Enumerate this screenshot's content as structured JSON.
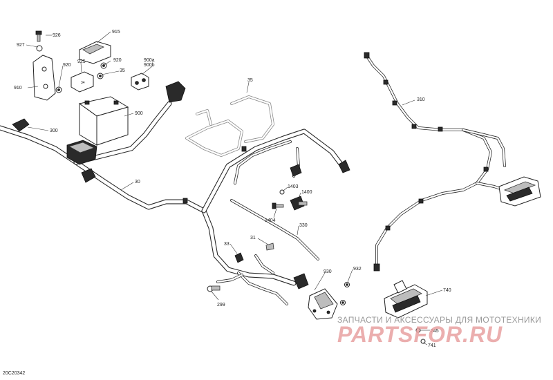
{
  "diagram_code": "20C20342",
  "watermark": {
    "line1": "ЗАПЧАСТИ И АКСЕССУАРЫ ДЛЯ МОТОТЕХНИКИ",
    "line2": "PARTSFOR.RU"
  },
  "callouts": {
    "c926": "926",
    "c927": "927",
    "c915": "915",
    "c920a": "920",
    "c920b": "920",
    "c925": "925",
    "c35a": "35",
    "c35b": "35",
    "c900a": "900a",
    "c900b": "900b",
    "c910": "910",
    "c900": "900",
    "c300": "300",
    "c30": "30",
    "c310": "310",
    "c1403": "1403",
    "c1400": "1400",
    "c1404": "1404",
    "c330": "330",
    "c31": "31",
    "c33": "33",
    "c299": "299",
    "c930": "930",
    "c932": "932",
    "c740": "740",
    "c745": "745",
    "c741": "741",
    "c34": "34"
  }
}
